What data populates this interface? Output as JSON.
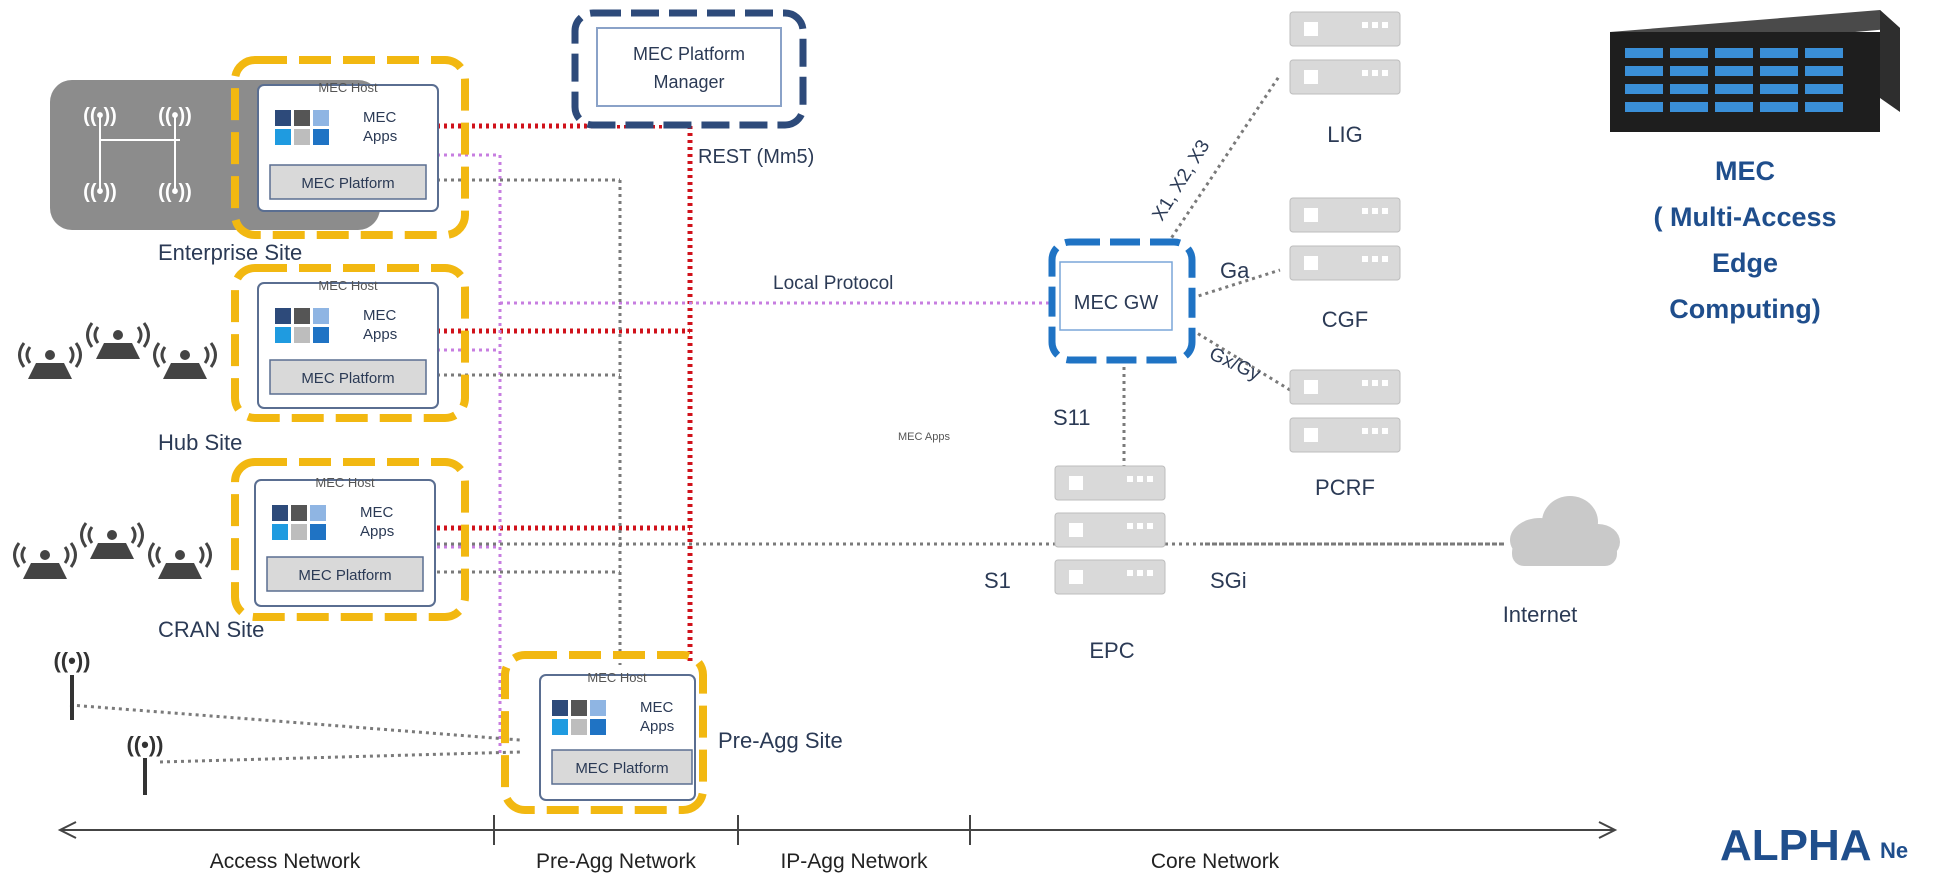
{
  "hosts": {
    "enterprise": {
      "host_label": "MEC Host",
      "apps_line1": "MEC",
      "apps_line2": "Apps",
      "platform": "MEC Platform",
      "site": "Enterprise Site"
    },
    "hub": {
      "host_label": "MEC Host",
      "apps_line1": "MEC",
      "apps_line2": "Apps",
      "platform": "MEC Platform",
      "site": "Hub Site"
    },
    "cran": {
      "host_label": "MEC Host",
      "apps_line1": "MEC",
      "apps_line2": "Apps",
      "platform": "MEC Platform",
      "site": "CRAN Site"
    },
    "preagg": {
      "host_label": "MEC Host",
      "apps_line1": "MEC",
      "apps_line2": "Apps",
      "platform": "MEC Platform",
      "site": "Pre-Agg Site"
    }
  },
  "platform_manager": {
    "line1": "MEC Platform",
    "line2": "Manager"
  },
  "links": {
    "rest": "REST (Mm5)",
    "local_protocol": "Local Protocol",
    "mec_apps_small": "MEC Apps",
    "x123": "X1, X2, X3",
    "ga": "Ga",
    "gxgy": "Gx/Gy",
    "s11": "S11",
    "s1": "S1",
    "sgi": "SGi"
  },
  "mec_gw": "MEC GW",
  "servers": {
    "lig": "LIG",
    "cgf": "CGF",
    "pcrf": "PCRF",
    "epc": "EPC"
  },
  "internet": "Internet",
  "mec_caption": {
    "line1": "MEC",
    "line2": "( Multi-Access",
    "line3": "Edge",
    "line4": "Computing)"
  },
  "axis": {
    "access": "Access Network",
    "preagg": "Pre-Agg Network",
    "ipagg": "IP-Agg Network",
    "core": "Core Network"
  },
  "logo": {
    "main": "ALPHA",
    "suffix": "Ne"
  },
  "colors": {
    "gold": "#f2b811",
    "navy": "#2d4a7a",
    "gw_blue": "#1f73c4",
    "red_link": "#d0121b",
    "purple_link": "#c77ee0",
    "gray_link": "#7a7a7a",
    "server": "#d9d9d9",
    "logo_blue": "#1f4e8c",
    "logo_red": "#d0121b"
  }
}
